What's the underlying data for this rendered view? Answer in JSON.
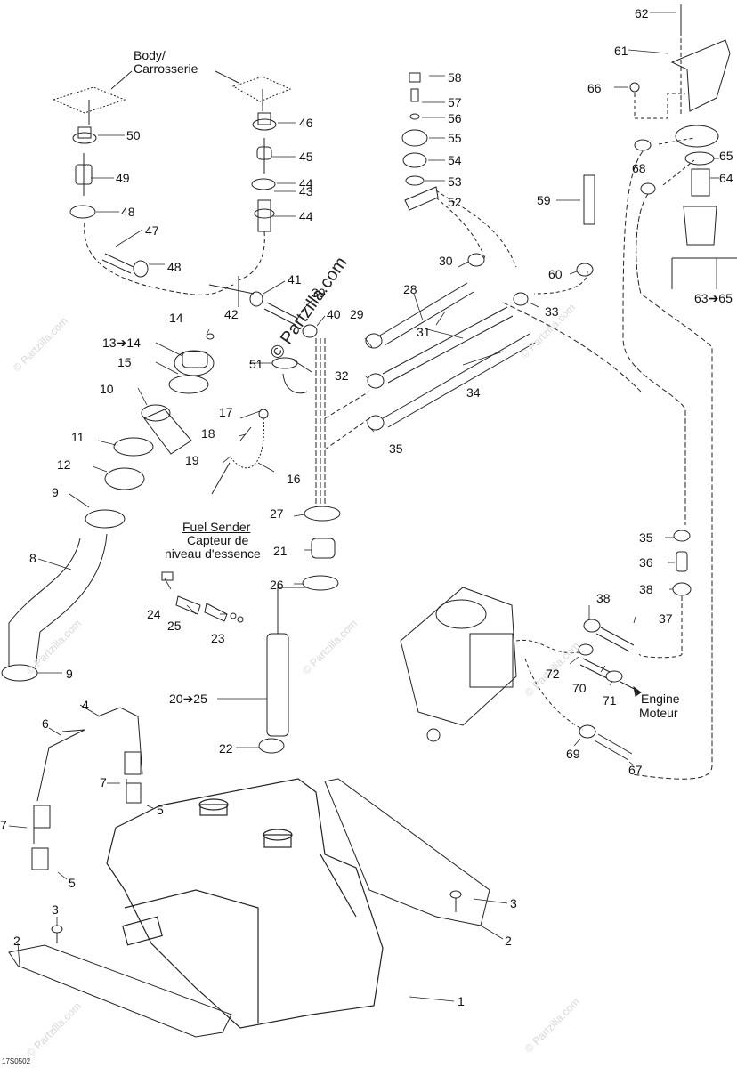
{
  "diagram": {
    "title_labels": {
      "body": "Body/",
      "body_fr": "Carrosserie",
      "fuel_sender": "Fuel Sender",
      "fuel_sender_fr1": "Capteur de",
      "fuel_sender_fr2": "niveau d'essence",
      "engine": "Engine",
      "engine_fr": "Moteur"
    },
    "drawing_code": "17S0502",
    "watermark": "© Partzilla.com",
    "callouts": [
      {
        "id": "c62",
        "text": "62"
      },
      {
        "id": "c61",
        "text": "61"
      },
      {
        "id": "c66",
        "text": "66"
      },
      {
        "id": "c65",
        "text": "65"
      },
      {
        "id": "c64",
        "text": "64"
      },
      {
        "id": "c68",
        "text": "68"
      },
      {
        "id": "c63",
        "text": "63➔65"
      },
      {
        "id": "c58",
        "text": "58"
      },
      {
        "id": "c57",
        "text": "57"
      },
      {
        "id": "c56",
        "text": "56"
      },
      {
        "id": "c55",
        "text": "55"
      },
      {
        "id": "c54",
        "text": "54"
      },
      {
        "id": "c53",
        "text": "53"
      },
      {
        "id": "c52",
        "text": "52"
      },
      {
        "id": "c59",
        "text": "59"
      },
      {
        "id": "c60",
        "text": "60"
      },
      {
        "id": "c50",
        "text": "50"
      },
      {
        "id": "c49",
        "text": "49"
      },
      {
        "id": "c48a",
        "text": "48"
      },
      {
        "id": "c47",
        "text": "47"
      },
      {
        "id": "c48b",
        "text": "48"
      },
      {
        "id": "c46",
        "text": "46"
      },
      {
        "id": "c45",
        "text": "45"
      },
      {
        "id": "c44a",
        "text": "44"
      },
      {
        "id": "c43",
        "text": "43"
      },
      {
        "id": "c44b",
        "text": "44"
      },
      {
        "id": "c42",
        "text": "42"
      },
      {
        "id": "c41",
        "text": "41"
      },
      {
        "id": "c39",
        "text": "39"
      },
      {
        "id": "c40",
        "text": "40"
      },
      {
        "id": "c30",
        "text": "30"
      },
      {
        "id": "c28",
        "text": "28"
      },
      {
        "id": "c33",
        "text": "33"
      },
      {
        "id": "c29",
        "text": "29"
      },
      {
        "id": "c31",
        "text": "31"
      },
      {
        "id": "c32",
        "text": "32"
      },
      {
        "id": "c34",
        "text": "34"
      },
      {
        "id": "c35a",
        "text": "35"
      },
      {
        "id": "c14",
        "text": "14"
      },
      {
        "id": "c13",
        "text": "13➔14"
      },
      {
        "id": "c15",
        "text": "15"
      },
      {
        "id": "c10",
        "text": "10"
      },
      {
        "id": "c51",
        "text": "51"
      },
      {
        "id": "c17",
        "text": "17"
      },
      {
        "id": "c18",
        "text": "18"
      },
      {
        "id": "c11",
        "text": "11"
      },
      {
        "id": "c19",
        "text": "19"
      },
      {
        "id": "c16",
        "text": "16"
      },
      {
        "id": "c12",
        "text": "12"
      },
      {
        "id": "c9a",
        "text": "9"
      },
      {
        "id": "c27",
        "text": "27"
      },
      {
        "id": "c8",
        "text": "8"
      },
      {
        "id": "c21",
        "text": "21"
      },
      {
        "id": "c26",
        "text": "26"
      },
      {
        "id": "c24",
        "text": "24"
      },
      {
        "id": "c25",
        "text": "25"
      },
      {
        "id": "c23",
        "text": "23"
      },
      {
        "id": "c35b",
        "text": "35"
      },
      {
        "id": "c36",
        "text": "36"
      },
      {
        "id": "c38a",
        "text": "38"
      },
      {
        "id": "c38b",
        "text": "38"
      },
      {
        "id": "c37",
        "text": "37"
      },
      {
        "id": "c72",
        "text": "72"
      },
      {
        "id": "c70",
        "text": "70"
      },
      {
        "id": "c71",
        "text": "71"
      },
      {
        "id": "c9b",
        "text": "9"
      },
      {
        "id": "c20",
        "text": "20➔25"
      },
      {
        "id": "c4",
        "text": "4"
      },
      {
        "id": "c6",
        "text": "6"
      },
      {
        "id": "c22",
        "text": "22"
      },
      {
        "id": "c69",
        "text": "69"
      },
      {
        "id": "c67",
        "text": "67"
      },
      {
        "id": "c7a",
        "text": "7"
      },
      {
        "id": "c5a",
        "text": "5"
      },
      {
        "id": "c7b",
        "text": "7"
      },
      {
        "id": "c5b",
        "text": "5"
      },
      {
        "id": "c3a",
        "text": "3"
      },
      {
        "id": "c3b",
        "text": "3"
      },
      {
        "id": "c2a",
        "text": "2"
      },
      {
        "id": "c2b",
        "text": "2"
      },
      {
        "id": "c1",
        "text": "1"
      }
    ]
  }
}
